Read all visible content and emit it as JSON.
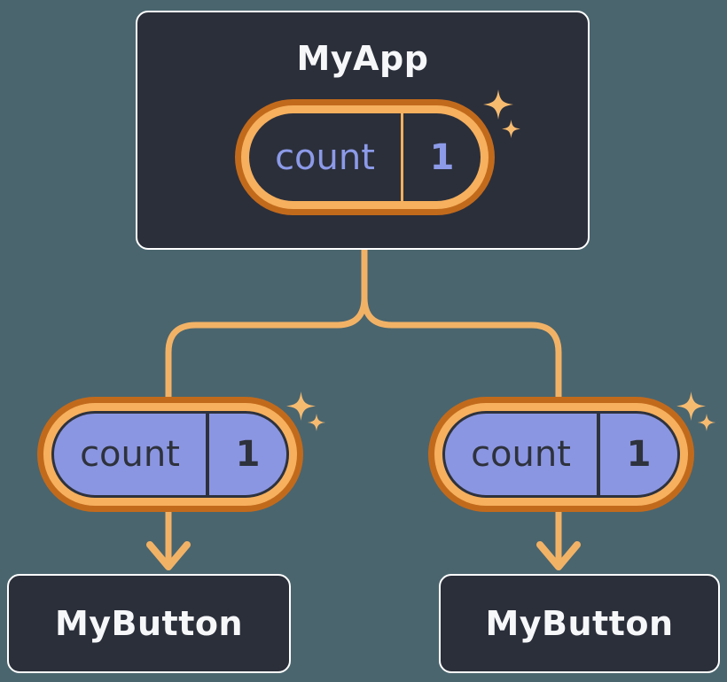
{
  "palette": {
    "background": "#4A656E",
    "node_fill": "#2B2F3A",
    "node_border": "#FFFFFF",
    "node_text": "#F6F7F9",
    "connector": "#F2B266",
    "ring_outer": "#C26A1C",
    "ring_inner": "#F6B05E",
    "state_fill": "#8B96E2",
    "state_text_light": "#8C9AE8",
    "state_text_dark": "#2E323C",
    "sparkle": "#F7BB70"
  },
  "tree": {
    "root": {
      "label": "MyApp",
      "state": {
        "key": "count",
        "value": "1"
      }
    },
    "children": [
      {
        "label": "MyButton",
        "state": {
          "key": "count",
          "value": "1"
        }
      },
      {
        "label": "MyButton",
        "state": {
          "key": "count",
          "value": "1"
        }
      }
    ]
  },
  "icons": {
    "sparkle": "sparkle-icon",
    "arrow": "arrow-down-icon"
  }
}
